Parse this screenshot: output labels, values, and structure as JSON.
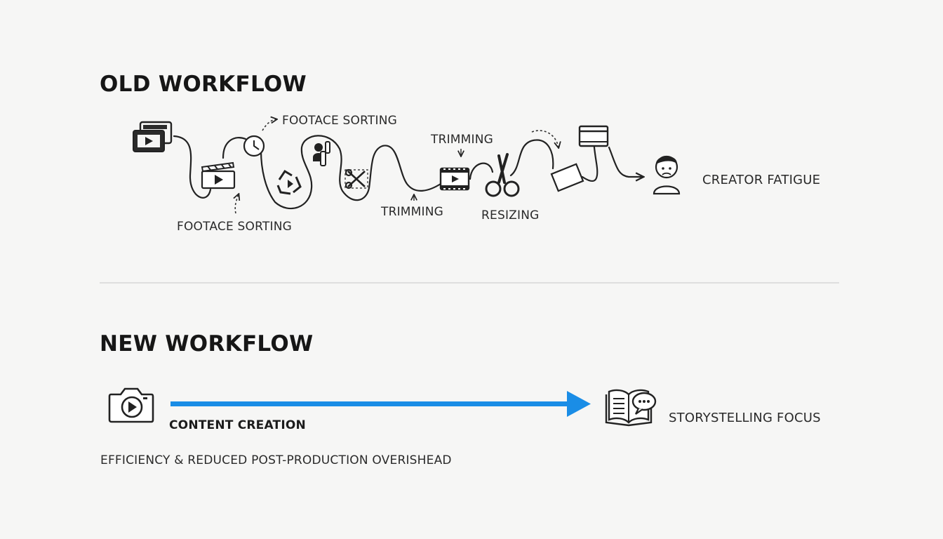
{
  "old_workflow": {
    "heading": "OLD WORKFLOW",
    "labels": {
      "footage_sorting_top": "FOOTACE SORTING",
      "footage_sorting_bottom": "FOOTACE SORTING",
      "trimming_top": "TRIMMING",
      "trimming_bottom": "TRIMMING",
      "resizing": "RESIZING",
      "creator_fatigue": "CREATOR FATIGUE"
    },
    "icons": [
      "film-photos-icon",
      "clapperboard-icon",
      "clock-icon",
      "recycle-icon",
      "person-bottle-icon",
      "scissors-cut-icon",
      "film-strip-icon",
      "scissors-icon",
      "resize-frame-icon",
      "browser-window-icon",
      "sad-face-icon"
    ]
  },
  "new_workflow": {
    "heading": "NEW WORKFLOW",
    "labels": {
      "content_creation": "CONTENT CREATION",
      "storytelling_focus": "STORYSTELLING FOCUS",
      "caption": "EFFICIENCY & REDUCED POST-PRODUCTION OVERISHEAD"
    },
    "icons": [
      "camera-play-icon",
      "open-book-chat-icon"
    ],
    "arrow_color": "#1a8de6"
  },
  "colors": {
    "background": "#f6f6f5",
    "ink": "#1b1b1b",
    "accent": "#1a8de6",
    "divider": "#dedede"
  }
}
